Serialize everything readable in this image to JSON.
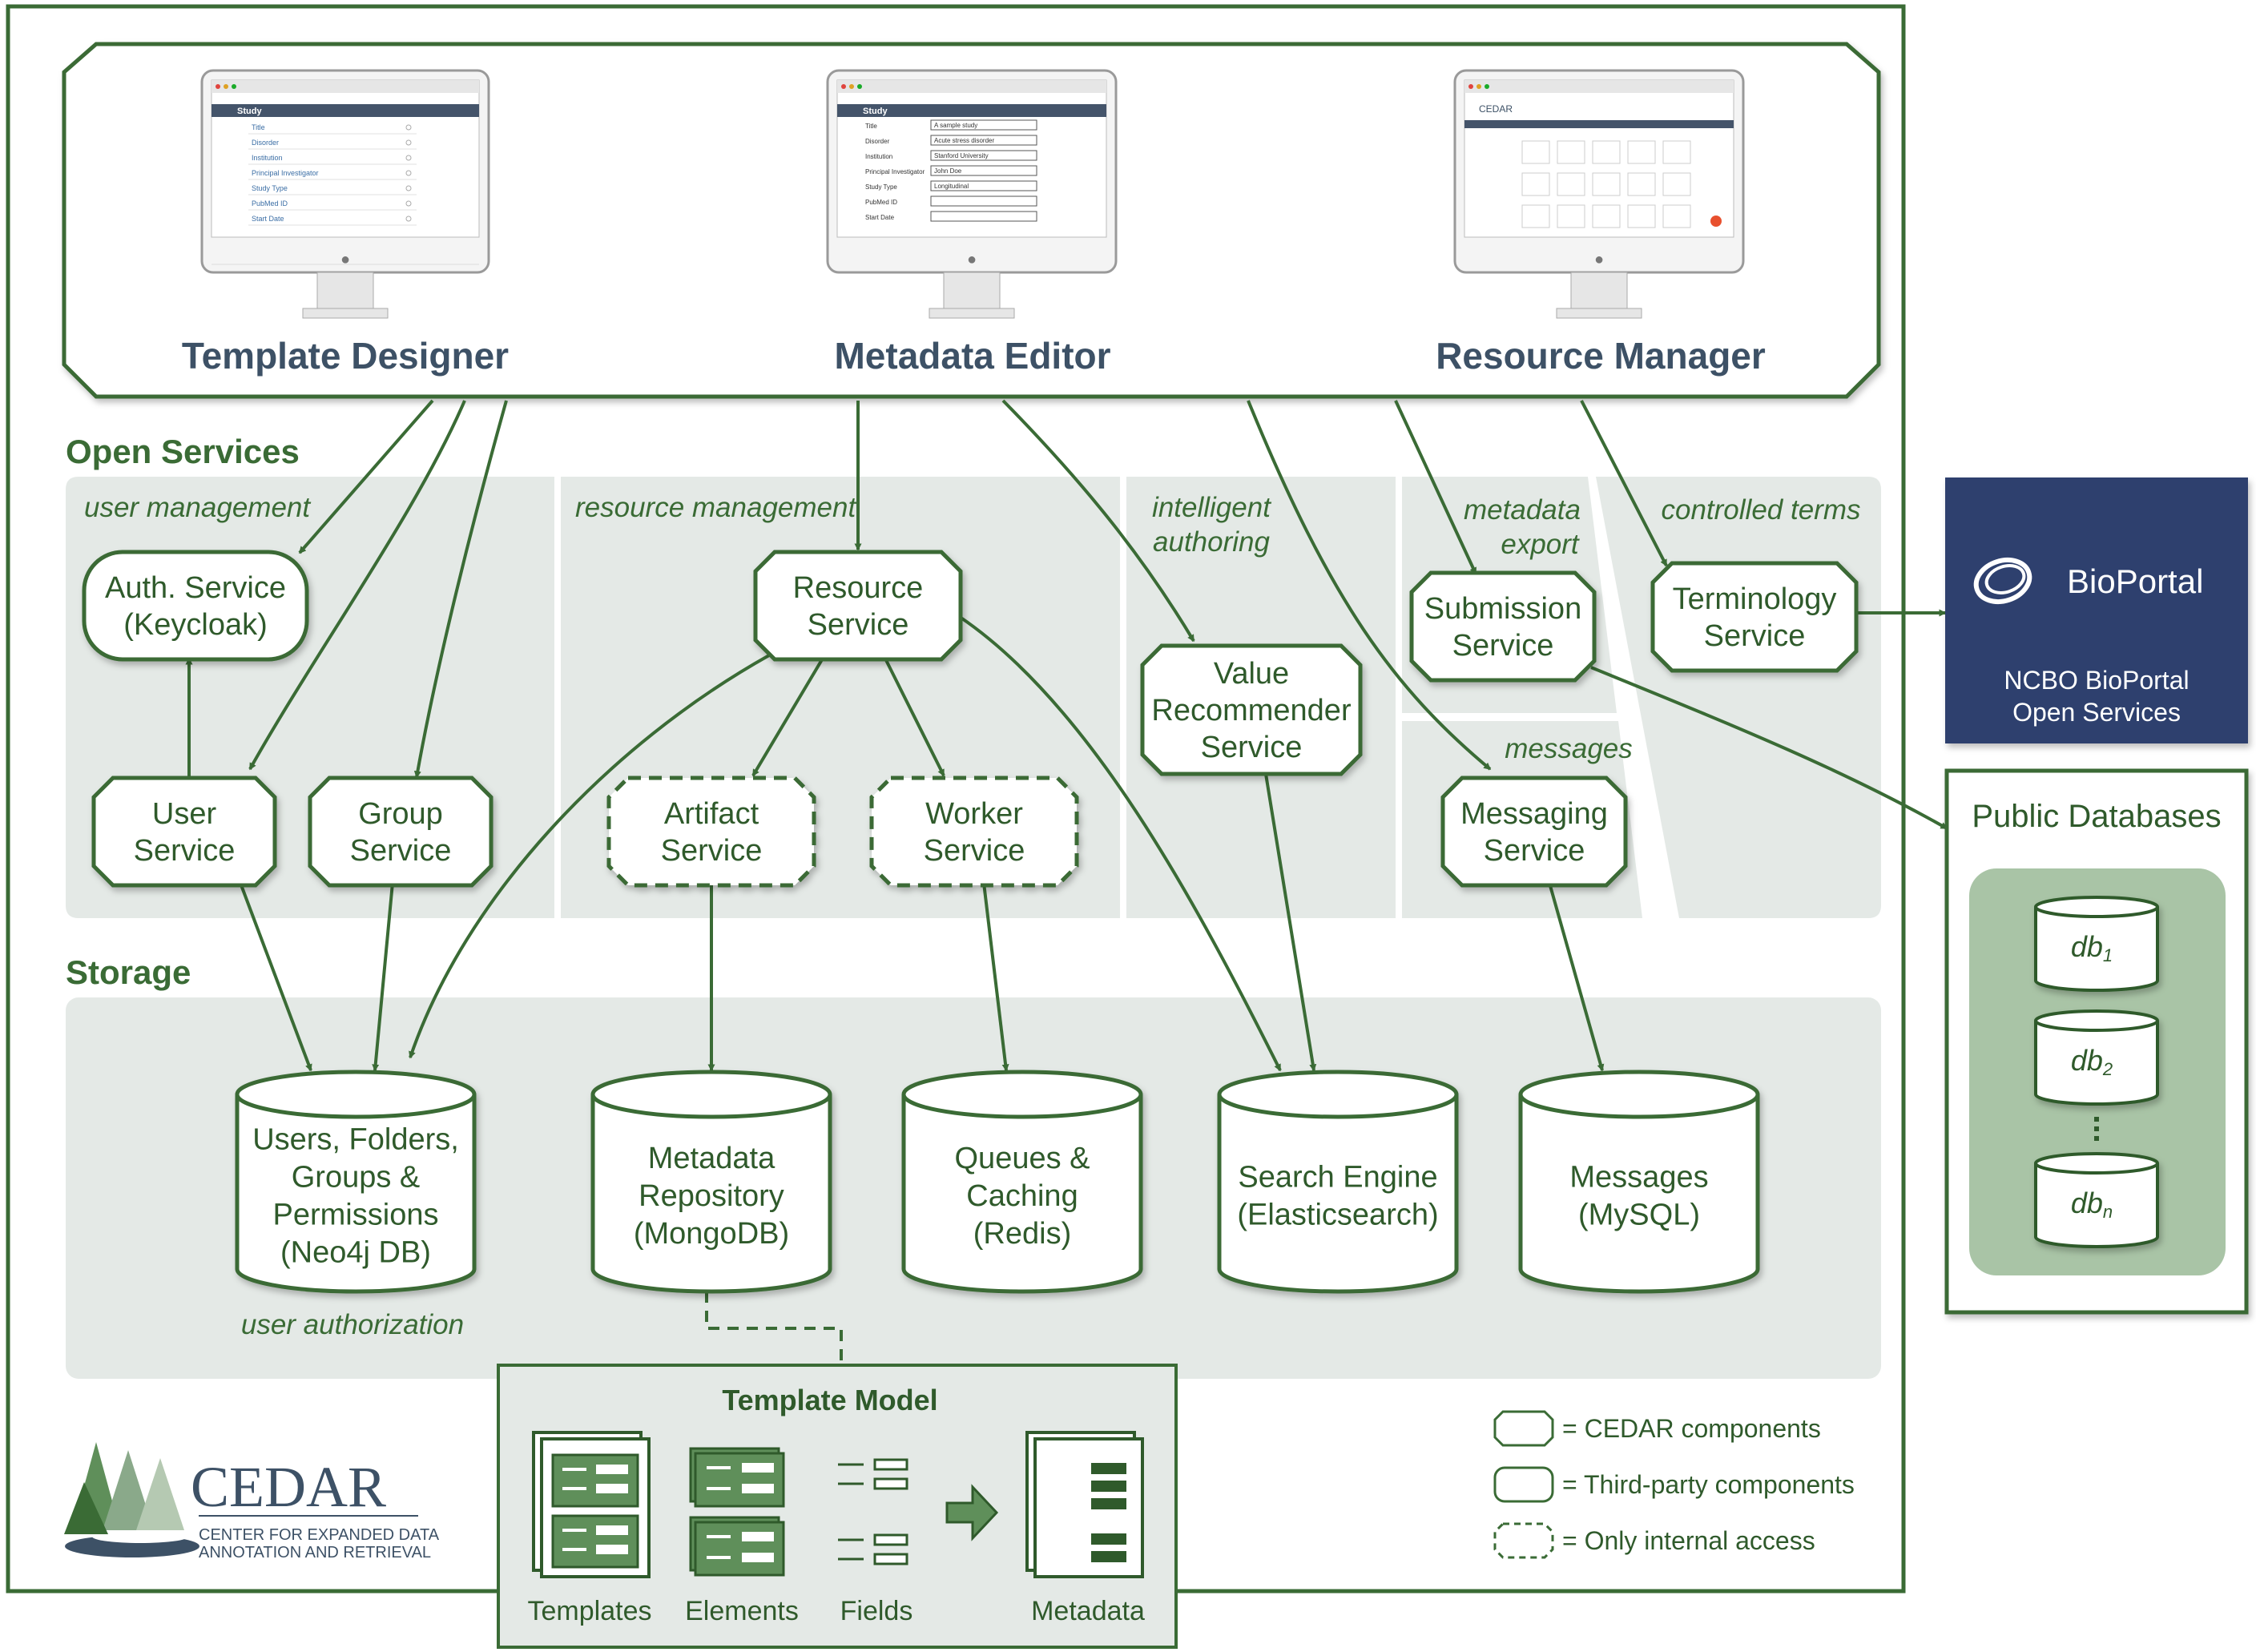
{
  "clients": [
    {
      "id": "template-designer",
      "title": "Template Designer"
    },
    {
      "id": "metadata-editor",
      "title": "Metadata Editor"
    },
    {
      "id": "resource-manager",
      "title": "Resource Manager"
    }
  ],
  "sections": {
    "open_services": "Open Services",
    "storage": "Storage"
  },
  "group_labels": {
    "user_management": "user management",
    "resource_management": "resource management",
    "intelligent": "intelligent",
    "authoring": "authoring",
    "metadata": "metadata",
    "export": "export",
    "controlled_terms": "controlled terms",
    "messages": "messages",
    "user_authorization": "user authorization"
  },
  "services": {
    "auth": [
      "Auth. Service",
      "(Keycloak)"
    ],
    "user": [
      "User",
      "Service"
    ],
    "group": [
      "Group",
      "Service"
    ],
    "resource": [
      "Resource",
      "Service"
    ],
    "artifact": [
      "Artifact",
      "Service"
    ],
    "worker": [
      "Worker",
      "Service"
    ],
    "value_recommender": [
      "Value",
      "Recommender",
      "Service"
    ],
    "submission": [
      "Submission",
      "Service"
    ],
    "terminology": [
      "Terminology",
      "Service"
    ],
    "messaging": [
      "Messaging",
      "Service"
    ]
  },
  "storage": {
    "users": [
      "Users, Folders,",
      "Groups &",
      "Permissions",
      "(Neo4j DB)"
    ],
    "metadata_repo": [
      "Metadata",
      "Repository",
      "(MongoDB)"
    ],
    "queues": [
      "Queues &",
      "Caching",
      "(Redis)"
    ],
    "search": [
      "Search Engine",
      "(Elasticsearch)"
    ],
    "messages": [
      "Messages",
      "(MySQL)"
    ]
  },
  "bioportal": {
    "logo_text": "BioPortal",
    "line1": "NCBO BioPortal",
    "line2": "Open Services"
  },
  "public_databases": {
    "title": "Public Databases",
    "dbs": [
      "db",
      "db",
      "db"
    ],
    "subs": [
      "1",
      "2",
      "n"
    ]
  },
  "template_model": {
    "title": "Template Model",
    "items": [
      "Templates",
      "Elements",
      "Fields",
      "Metadata"
    ]
  },
  "legend": [
    "= CEDAR components",
    "= Third-party components",
    "= Only internal access"
  ],
  "cedar_logo": {
    "name": "CEDAR",
    "tag1": "CENTER FOR EXPANDED DATA",
    "tag2": "ANNOTATION AND RETRIEVAL"
  },
  "screens": {
    "designer_section": "Study",
    "designer_fields": [
      "Title",
      "Disorder",
      "Institution",
      "Principal Investigator",
      "Study Type",
      "PubMed ID",
      "Start Date"
    ],
    "editor_section": "Study",
    "editor_fields": [
      "Title",
      "Disorder",
      "Institution",
      "Principal Investigator",
      "Study Type",
      "PubMed ID",
      "Start Date"
    ],
    "editor_values": [
      "A sample study",
      "Acute stress disorder",
      "Stanford University",
      "John Doe",
      "Longitudinal",
      "",
      ""
    ],
    "manager_brand": "CEDAR"
  },
  "colors": {
    "accent": "#3a6b35",
    "panel": "#e4e9e6",
    "bioportal": "#2e3f6e",
    "db_panel": "#a9c4a6"
  }
}
